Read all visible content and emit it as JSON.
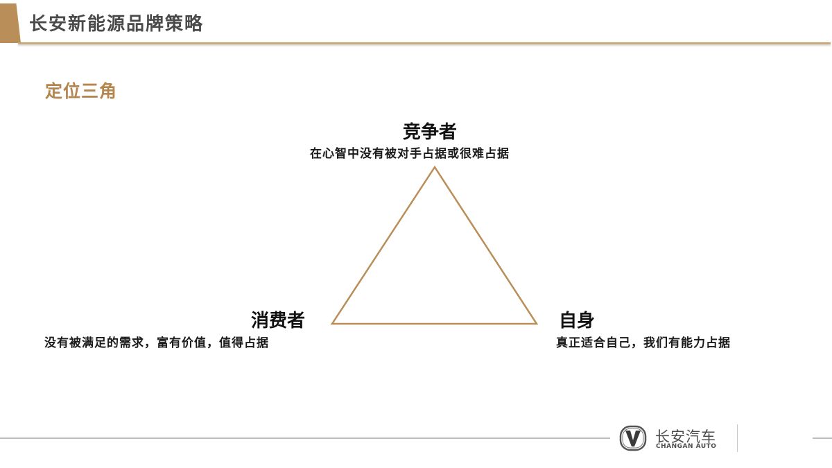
{
  "header": {
    "title": "长安新能源品牌策略"
  },
  "section": {
    "title": "定位三角"
  },
  "diagram": {
    "shape": "triangle",
    "stroke_color": "#b98e58",
    "nodes": {
      "top": {
        "title": "竞争者",
        "description": "在心智中没有被对手占据或很难占据"
      },
      "bottom_left": {
        "title": "消费者",
        "description": "没有被满足的需求，富有价值，值得占据"
      },
      "bottom_right": {
        "title": "自身",
        "description": "真正适合自己，我们有能力占据"
      }
    }
  },
  "footer": {
    "logo_icon": "changan-v-logo-icon",
    "brand_cn": "长安汽车",
    "brand_en": "CHANGAN AUTO"
  },
  "colors": {
    "accent": "#b98e58",
    "section_title": "#b5854e",
    "header_text": "#4a4a4a"
  }
}
